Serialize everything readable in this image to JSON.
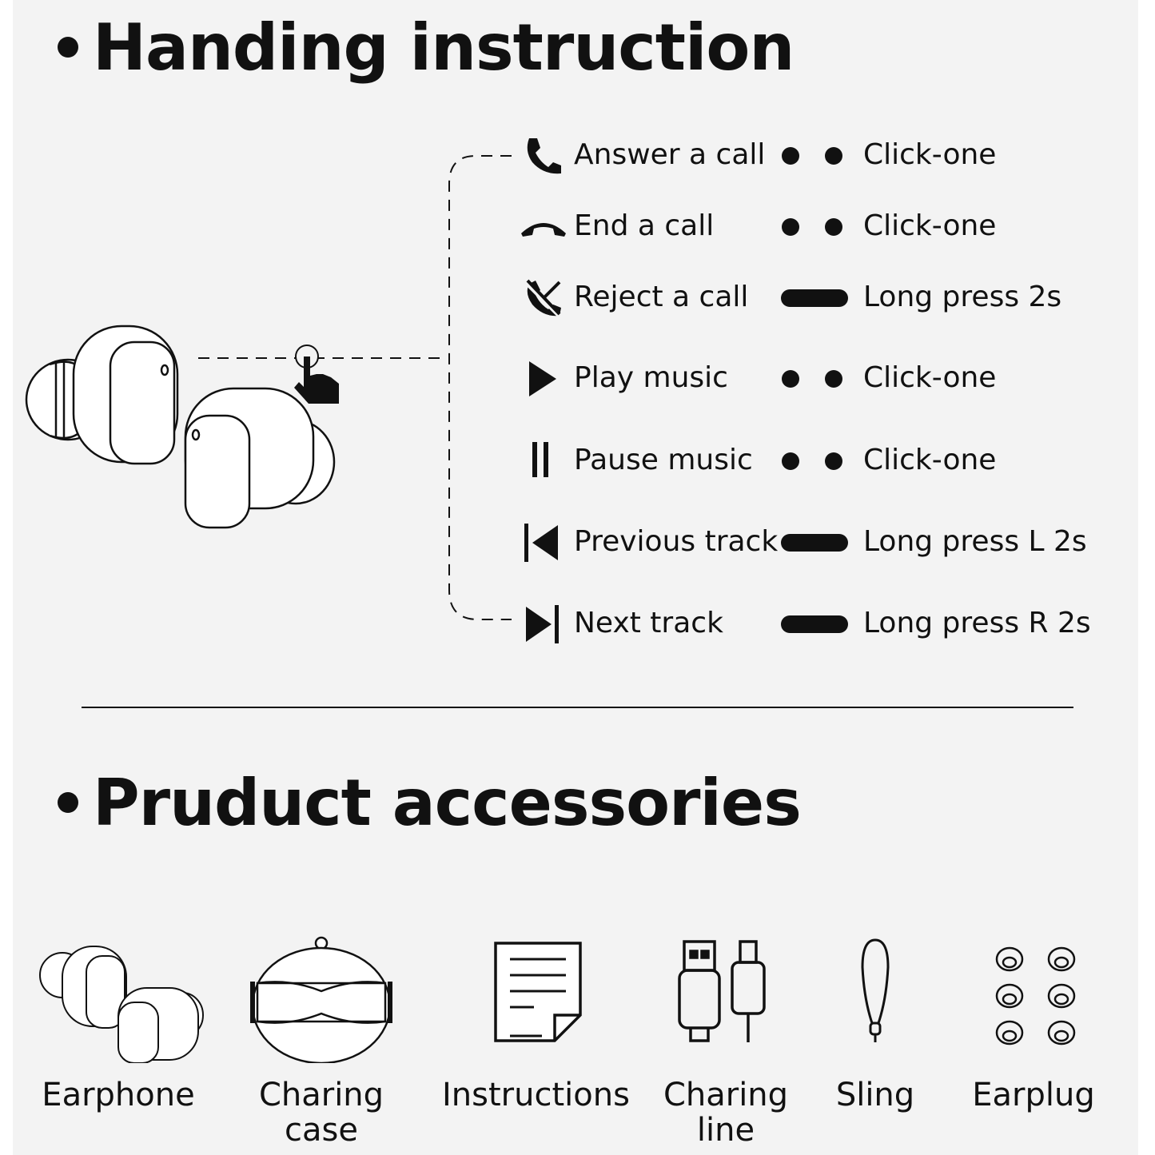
{
  "handling": {
    "title": "Handing instruction",
    "rows": [
      {
        "label": "Answer a call",
        "action": "Click-one",
        "icon": "phone-answer-icon",
        "gesture": "double-click"
      },
      {
        "label": "End a call",
        "action": "Click-one",
        "icon": "phone-hangup-icon",
        "gesture": "double-click"
      },
      {
        "label": "Reject a call",
        "action": "Long press 2s",
        "icon": "phone-reject-icon",
        "gesture": "long-press"
      },
      {
        "label": "Play music",
        "action": "Click-one",
        "icon": "play-icon",
        "gesture": "double-click"
      },
      {
        "label": "Pause music",
        "action": "Click-one",
        "icon": "pause-icon",
        "gesture": "double-click"
      },
      {
        "label": "Previous track",
        "action": "Long press L 2s",
        "icon": "previous-track-icon",
        "gesture": "long-press"
      },
      {
        "label": "Next track",
        "action": "Long press R 2s",
        "icon": "next-track-icon",
        "gesture": "long-press"
      }
    ]
  },
  "accessories": {
    "title": "Pruduct accessories",
    "items": [
      {
        "label": "Earphone",
        "icon": "earphone-icon"
      },
      {
        "label": "Charing case",
        "icon": "charging-case-icon"
      },
      {
        "label": "Instructions",
        "icon": "instructions-icon"
      },
      {
        "label": "Charing line",
        "icon": "charging-cable-icon"
      },
      {
        "label": "Sling",
        "icon": "sling-icon"
      },
      {
        "label": "Earplug",
        "icon": "earplug-icon"
      }
    ]
  },
  "colors": {
    "ink": "#111111",
    "background": "#f3f3f3"
  }
}
